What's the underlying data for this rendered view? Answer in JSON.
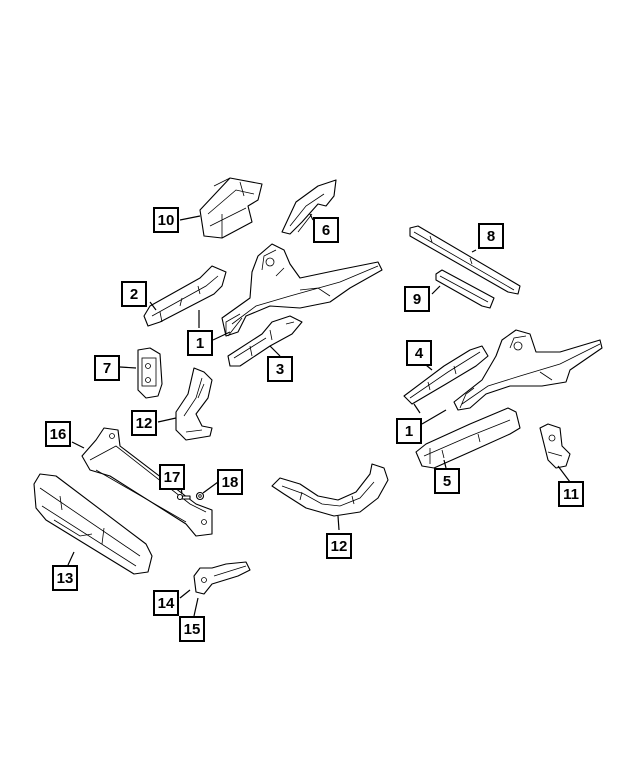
{
  "callouts": [
    {
      "id": "c10",
      "label": "10"
    },
    {
      "id": "c6",
      "label": "6"
    },
    {
      "id": "c8",
      "label": "8"
    },
    {
      "id": "c2",
      "label": "2"
    },
    {
      "id": "c9",
      "label": "9"
    },
    {
      "id": "c1a",
      "label": "1"
    },
    {
      "id": "c4",
      "label": "4"
    },
    {
      "id": "c7",
      "label": "7"
    },
    {
      "id": "c3",
      "label": "3"
    },
    {
      "id": "c12a",
      "label": "12"
    },
    {
      "id": "c1b",
      "label": "1"
    },
    {
      "id": "c16",
      "label": "16"
    },
    {
      "id": "c17",
      "label": "17"
    },
    {
      "id": "c18",
      "label": "18"
    },
    {
      "id": "c5",
      "label": "5"
    },
    {
      "id": "c11",
      "label": "11"
    },
    {
      "id": "c12b",
      "label": "12"
    },
    {
      "id": "c13",
      "label": "13"
    },
    {
      "id": "c14",
      "label": "14"
    },
    {
      "id": "c15",
      "label": "15"
    }
  ]
}
